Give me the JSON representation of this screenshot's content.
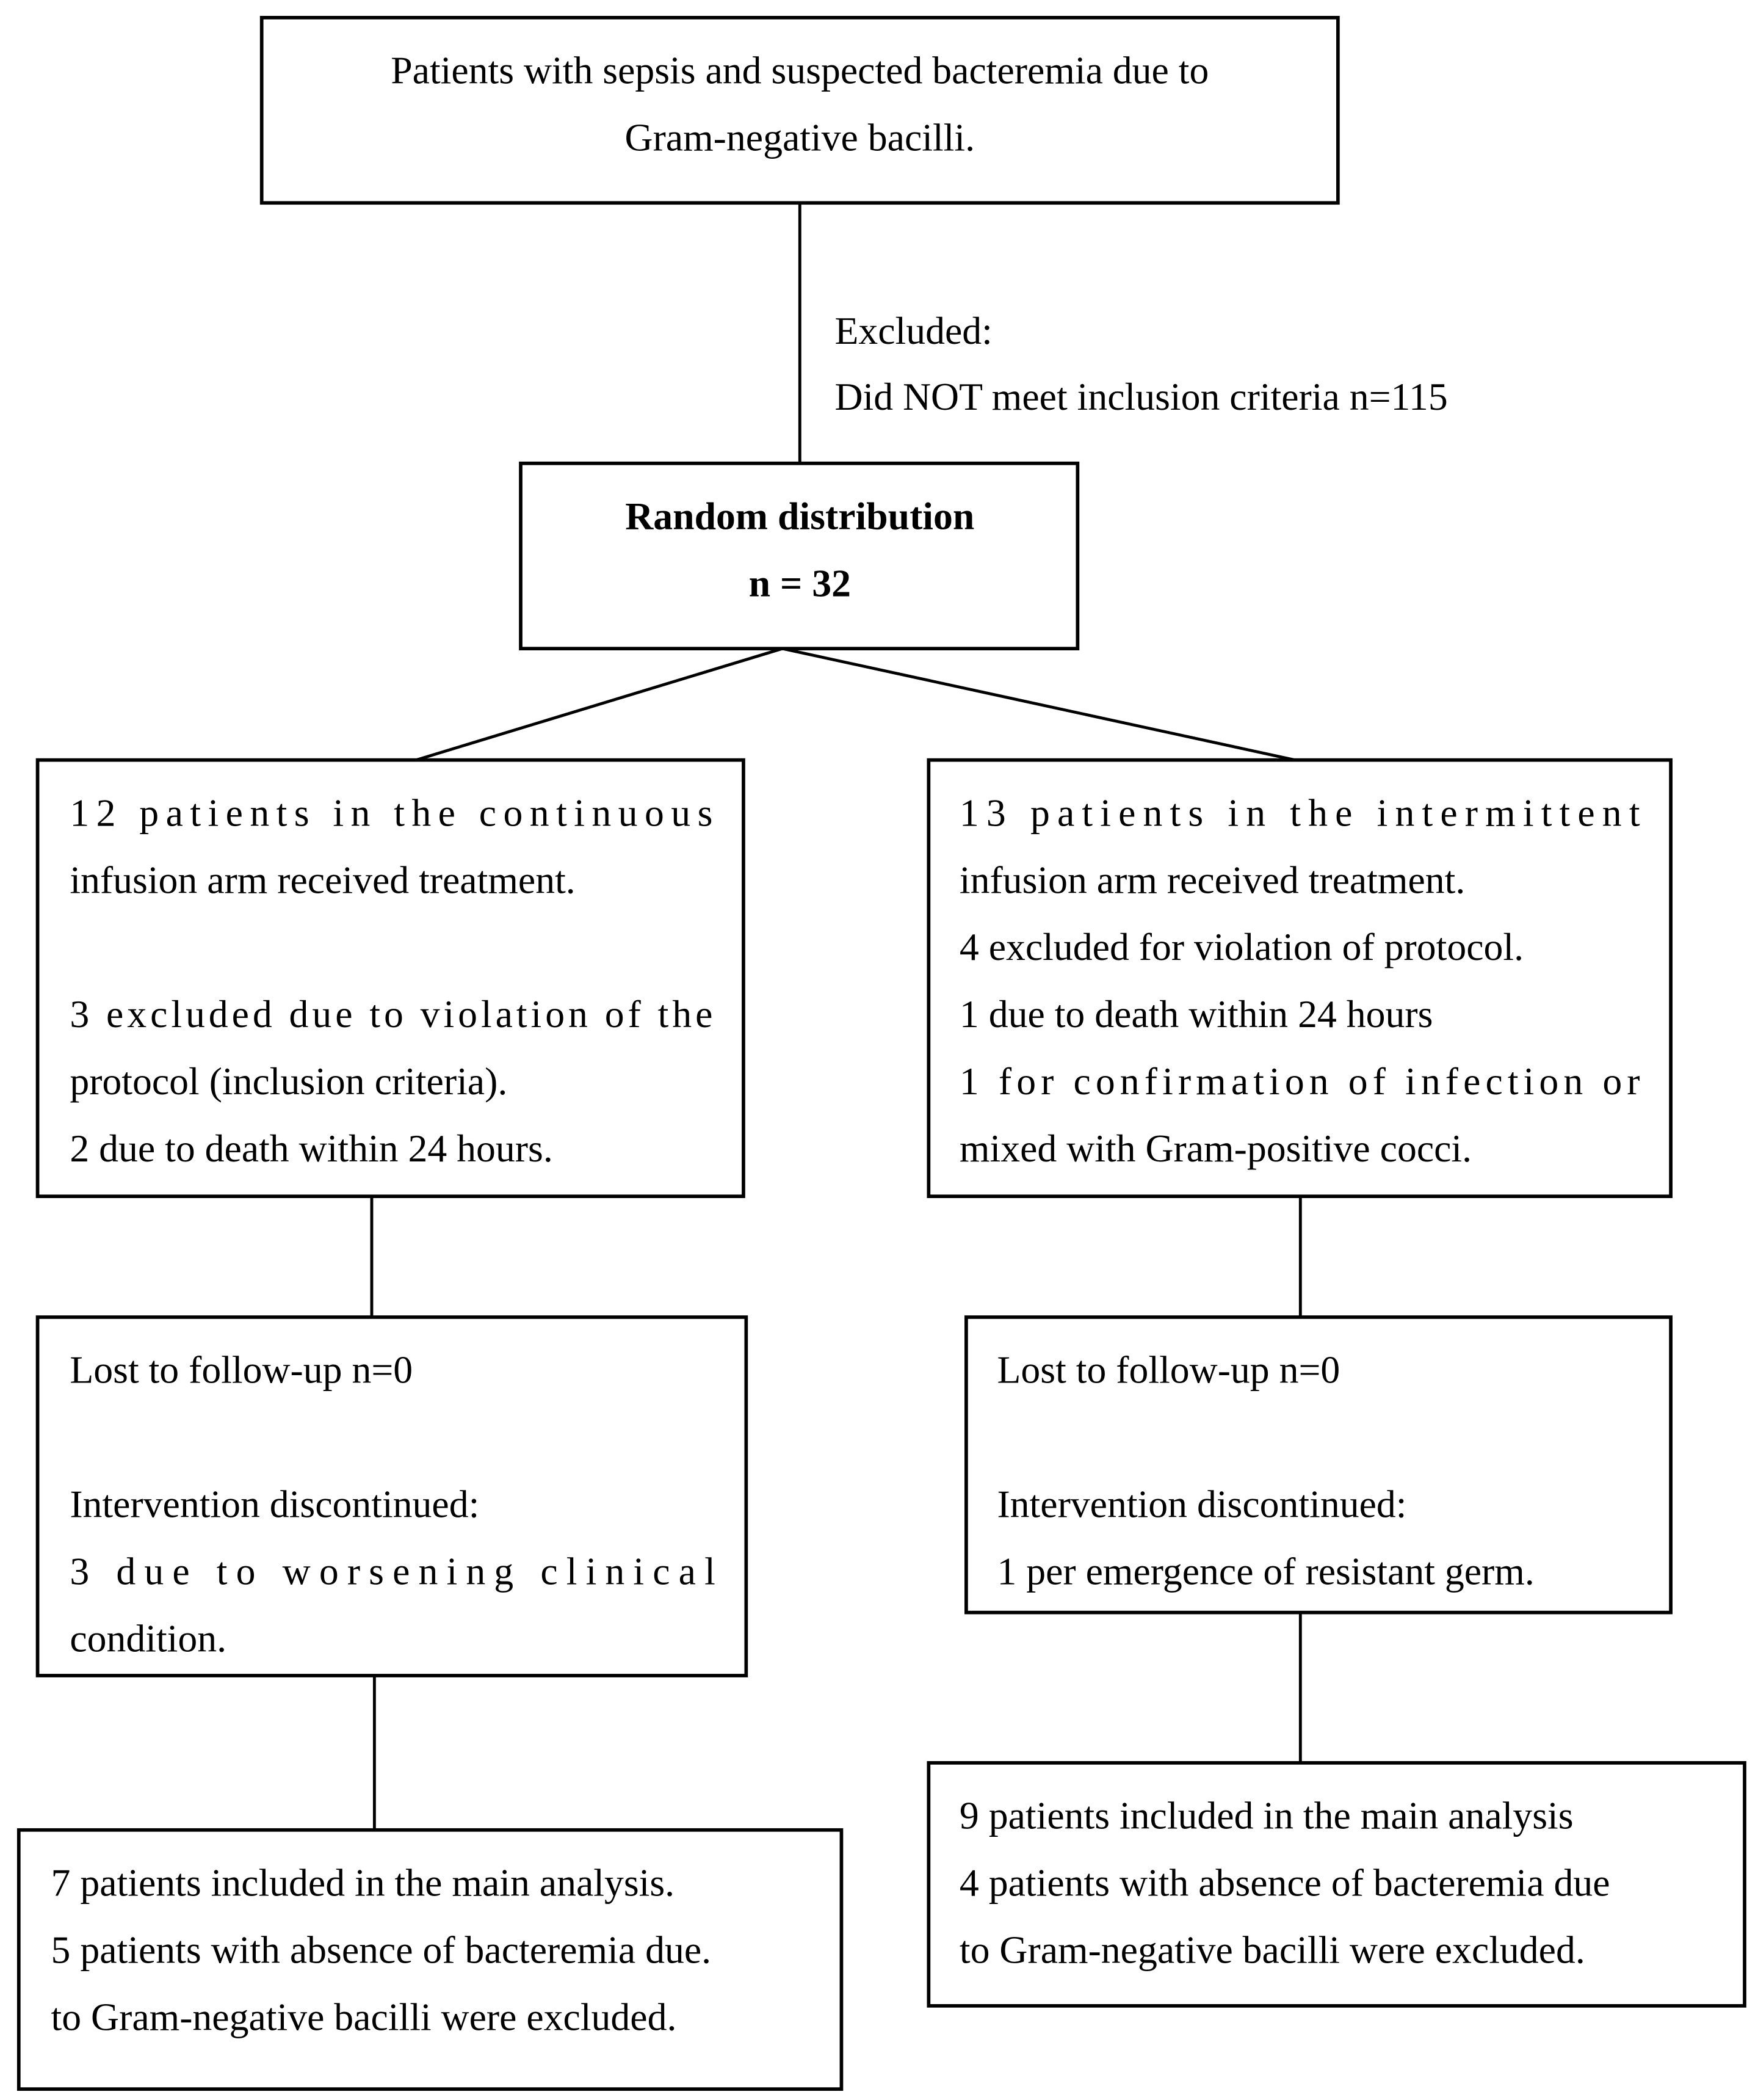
{
  "diagram": {
    "top_box": {
      "lines": [
        "Patients with sepsis and suspected bacteremia due to",
        "Gram-negative bacilli."
      ]
    },
    "excluded_note": {
      "lines": [
        "Excluded:",
        "Did NOT meet inclusion criteria n=115"
      ]
    },
    "random_box": {
      "lines": [
        "Random distribution",
        "n = 32"
      ]
    },
    "continuous_arm": {
      "lines": [
        "12 patients in the continuous",
        "infusion arm received treatment.",
        "3 excluded due to violation of the",
        "protocol (inclusion criteria).",
        "2 due to death within 24 hours."
      ]
    },
    "intermittent_arm": {
      "lines": [
        "13 patients in the intermittent",
        "infusion arm received treatment.",
        "4 excluded for violation of protocol.",
        "1 due to death within 24 hours",
        "1 for confirmation of infection or",
        "mixed with Gram-positive cocci."
      ]
    },
    "continuous_followup": {
      "lines": [
        "Lost to follow-up n=0",
        "Intervention discontinued:",
        "3 due to worsening clinical",
        "condition."
      ]
    },
    "intermittent_followup": {
      "lines": [
        "Lost to follow-up n=0",
        "Intervention discontinued:",
        "1 per emergence of resistant germ."
      ]
    },
    "continuous_analysis": {
      "lines": [
        "7 patients included in the main analysis.",
        "5 patients with absence of bacteremia due.",
        "to Gram-negative bacilli were excluded."
      ]
    },
    "intermittent_analysis": {
      "lines": [
        "9 patients included in the main analysis",
        "4 patients with absence of bacteremia due",
        "to Gram-negative bacilli were excluded."
      ]
    }
  }
}
